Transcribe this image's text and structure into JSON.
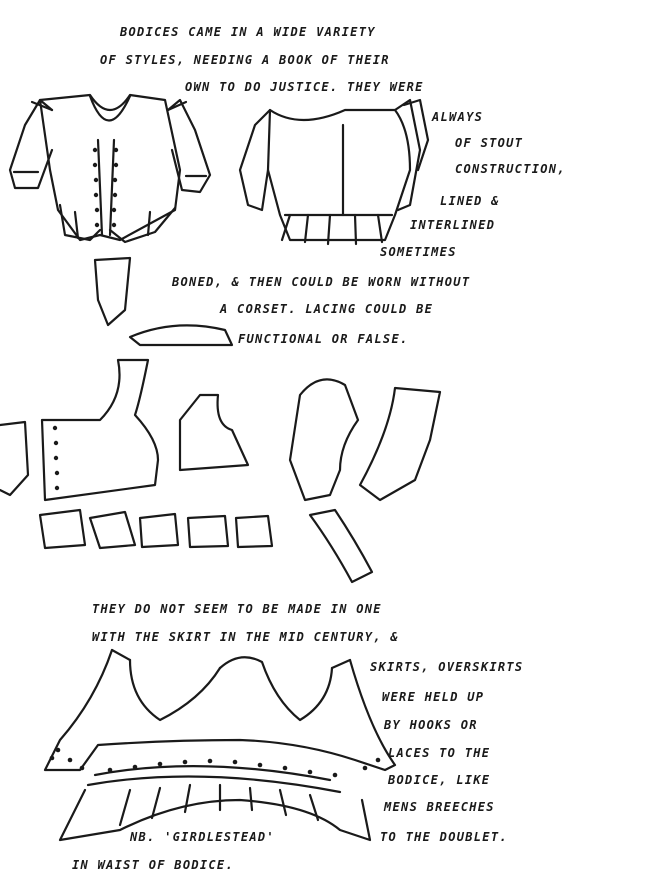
{
  "text_block_1": {
    "lines": [
      "Bodices came in a wide variety",
      "of styles, needing a book of their",
      "own to do justice. They were",
      "always",
      "of stout",
      "construction,",
      "lined &",
      "interlined",
      "sometimes",
      "boned, & then could be worn without",
      "a corset. Lacing could be",
      "functional or false."
    ]
  },
  "text_block_2": {
    "lines": [
      "They do not seem to be made in one",
      "with the skirt in the mid century, &",
      "skirts, overskirts",
      "were held up",
      "by hooks or",
      "laces to the",
      "bodice, like",
      "mens breeches",
      "to the doublet."
    ]
  },
  "note": {
    "lines": [
      "NB. 'girdlestead'",
      "in waist of bodice."
    ]
  }
}
